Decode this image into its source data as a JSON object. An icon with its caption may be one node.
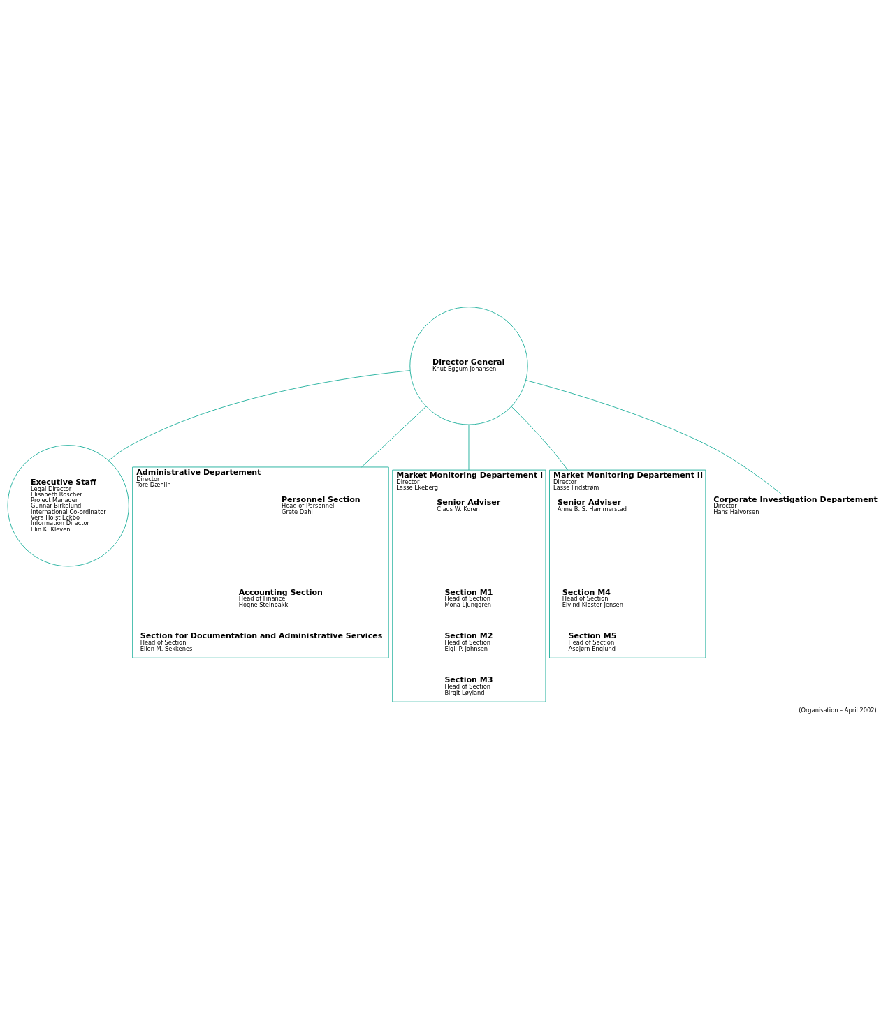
{
  "diagram": {
    "caption": "(Organisation – April 2002)",
    "nodes": [
      {
        "text": [
          "Director General",
          "Knut Eggum Johansen"
        ]
      },
      {
        "text": [
          "Executive Staff",
          "Legal Director",
          "Elisabeth Roscher",
          "Project Manager",
          "Gunnar Birkelund",
          "International Co-ordinator",
          "Vera Holst Eckbo",
          "Information Director",
          "Elin K. Kleven"
        ]
      },
      {
        "text": [
          "Administrative Departement",
          "Director",
          "Tore Dæhlin"
        ]
      },
      {
        "text": [
          "Personnel Section",
          "Head of Personnel",
          "Grete Dahl"
        ],
        "in": 2
      },
      {
        "text": [
          "Accounting Section",
          "Head of Finance",
          "Hogne Steinbakk"
        ],
        "in": 2
      },
      {
        "text": [
          "Section for Documentation and Administrative Services",
          "Head of Section",
          "Ellen M. Sekkenes"
        ],
        "in": 2
      },
      {
        "text": [
          "Market Monitoring Departement I",
          "Director",
          "Lasse Ekeberg"
        ]
      },
      {
        "text": [
          "Senior Adviser",
          "Claus W. Koren"
        ],
        "in": 6
      },
      {
        "text": [
          "Section M1",
          "Head of Section",
          "Mona Ljunggren"
        ],
        "in": 6
      },
      {
        "text": [
          "Section M2",
          "Head of Section",
          "Eigil P. Johnsen"
        ],
        "in": 6
      },
      {
        "text": [
          "Section M3",
          "Head of Section",
          "Birgit Løyland"
        ],
        "in": 6
      },
      {
        "text": [
          "Market Monitoring Departement II",
          "Director",
          "Lasse Fridstrøm"
        ]
      },
      {
        "text": [
          "Senior Adviser",
          "Anne B. S. Hammerstad"
        ],
        "in": 11
      },
      {
        "text": [
          "Section M4",
          "Head of Section",
          "Eivind Kloster-Jensen"
        ],
        "in": 11
      },
      {
        "text": [
          "Section M5",
          "Head of Section",
          "Asbjørn Englund"
        ],
        "in": 11
      },
      {
        "text": [
          "Corporate Investigation Departement",
          "Director",
          "Hans Halvorsen"
        ]
      }
    ],
    "edges": [
      {
        "from": 0,
        "to": 1,
        "arrow": "none"
      },
      {
        "from": 0,
        "to": 2,
        "arrow": "none"
      },
      {
        "from": 0,
        "to": 6,
        "arrow": "none"
      },
      {
        "from": 0,
        "to": 11,
        "arrow": "none"
      },
      {
        "from": 0,
        "to": 15,
        "arrow": "none"
      }
    ]
  }
}
